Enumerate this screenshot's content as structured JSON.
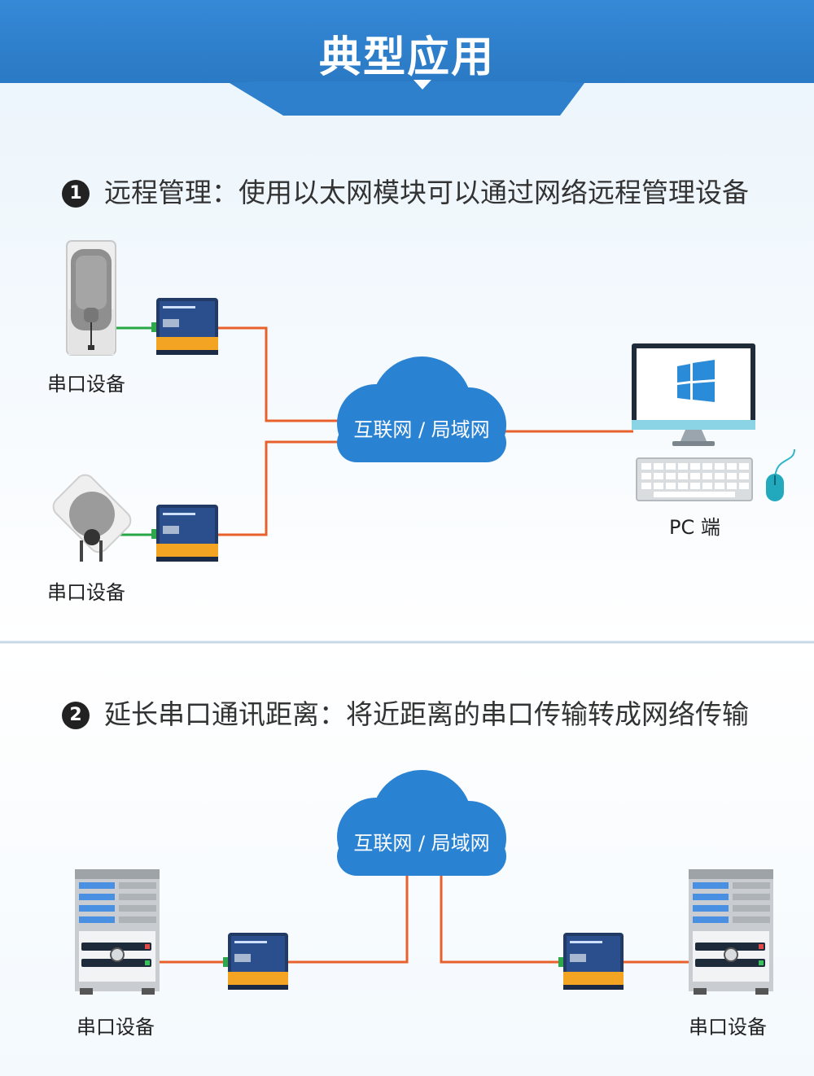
{
  "banner": {
    "title": "典型应用",
    "color": "#2f7fc9"
  },
  "colors": {
    "cable": "#e8602c",
    "cloud": "#2a82d3",
    "serial_link": "#27a844"
  },
  "sections": [
    {
      "number": "1",
      "heading": "远程管理：使用以太网模块可以通过网络远程管理设备",
      "cloud_label": "互联网 / 局域网",
      "device_labels": [
        "串口设备",
        "串口设备"
      ],
      "pc_label": "PC 端"
    },
    {
      "number": "2",
      "heading": "延长串口通讯距离：将近距离的串口传输转成网络传输",
      "cloud_label": "互联网 / 局域网",
      "device_labels": [
        "串口设备",
        "串口设备"
      ]
    }
  ]
}
